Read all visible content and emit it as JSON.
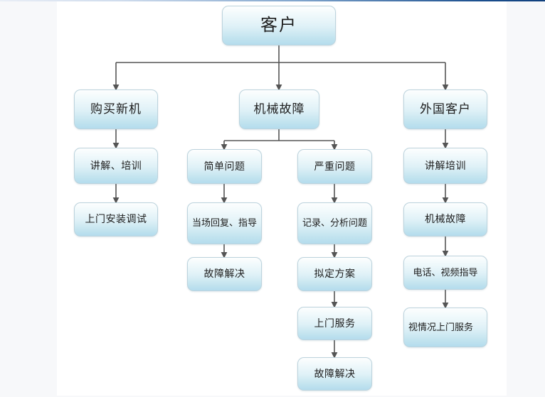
{
  "diagram": {
    "title_node": {
      "id": "root",
      "label": "客户"
    },
    "branches": [
      {
        "name": "new-machine-purchase",
        "nodes": [
          {
            "id": "b1n1",
            "label": "购买新机"
          },
          {
            "id": "b1n2",
            "label": "讲解、培训"
          },
          {
            "id": "b1n3",
            "label": "上门安装调试"
          }
        ]
      },
      {
        "name": "mechanical-fault",
        "nodes": [
          {
            "id": "b2n1",
            "label": "机械故障"
          }
        ],
        "sub_branches": [
          {
            "name": "simple-problem",
            "nodes": [
              {
                "id": "b2a1",
                "label": "简单问题"
              },
              {
                "id": "b2a2",
                "label": "当场回复、指导"
              },
              {
                "id": "b2a3",
                "label": "故障解决"
              }
            ]
          },
          {
            "name": "serious-problem",
            "nodes": [
              {
                "id": "b2b1",
                "label": "严重问题"
              },
              {
                "id": "b2b2",
                "label": "记录、分析问题"
              },
              {
                "id": "b2b3",
                "label": "拟定方案"
              },
              {
                "id": "b2b4",
                "label": "上门服务"
              },
              {
                "id": "b2b5",
                "label": "故障解决"
              }
            ]
          }
        ]
      },
      {
        "name": "foreign-customer",
        "nodes": [
          {
            "id": "b3n1",
            "label": "外国客户"
          },
          {
            "id": "b3n2",
            "label": "讲解培训"
          },
          {
            "id": "b3n3",
            "label": "机械故障"
          },
          {
            "id": "b3n4",
            "label": "电话、视频指导"
          },
          {
            "id": "b3n5",
            "label": "视情况上门服务"
          }
        ]
      }
    ],
    "colors": {
      "node_fill_top": "#fdfefe",
      "node_fill_bottom": "#b4dced",
      "node_border": "#bcd3dd",
      "connector": "#555555",
      "canvas": "#ffffff",
      "page_background": "#f7f8fa",
      "top_rule": "#1b4f8e",
      "text": "#1d1d1d"
    }
  }
}
